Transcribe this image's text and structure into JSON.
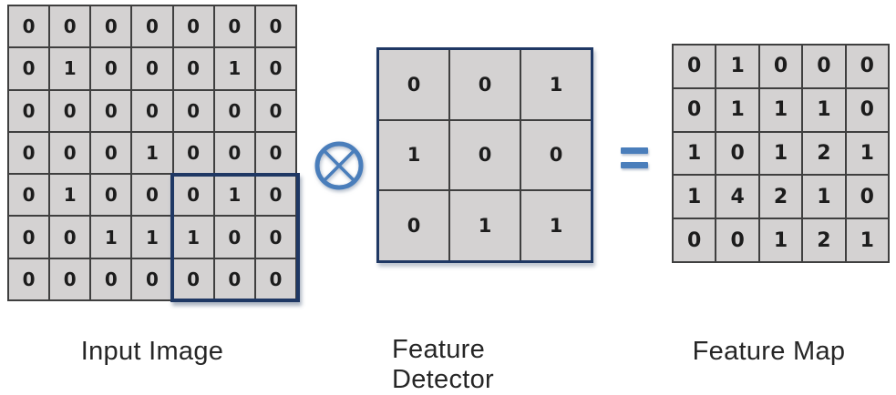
{
  "colors": {
    "accent-blue": "#4a7ebb",
    "navy": "#1f3864",
    "cell-fill": "#d4d2d2",
    "grid-line": "#3f3f3f",
    "label-text": "#262626",
    "digit-text": "#1c1c1c"
  },
  "input_image": {
    "label": "Input Image",
    "grid": [
      [
        0,
        0,
        0,
        0,
        0,
        0,
        0
      ],
      [
        0,
        1,
        0,
        0,
        0,
        1,
        0
      ],
      [
        0,
        0,
        0,
        0,
        0,
        0,
        0
      ],
      [
        0,
        0,
        0,
        1,
        0,
        0,
        0
      ],
      [
        0,
        1,
        0,
        0,
        0,
        1,
        0
      ],
      [
        0,
        0,
        1,
        1,
        1,
        0,
        0
      ],
      [
        0,
        0,
        0,
        0,
        0,
        0,
        0
      ]
    ],
    "highlight_region": {
      "rows": "5-7",
      "cols": "5-7"
    }
  },
  "operator": {
    "symbol": "⊗",
    "name": "convolution"
  },
  "feature_detector": {
    "label": "Feature Detector",
    "grid": [
      [
        0,
        0,
        1
      ],
      [
        1,
        0,
        0
      ],
      [
        0,
        1,
        1
      ]
    ]
  },
  "equals": {
    "symbol": "="
  },
  "feature_map": {
    "label": "Feature Map",
    "grid": [
      [
        0,
        1,
        0,
        0,
        0
      ],
      [
        0,
        1,
        1,
        1,
        0
      ],
      [
        1,
        0,
        1,
        2,
        1
      ],
      [
        1,
        4,
        2,
        1,
        0
      ],
      [
        0,
        0,
        1,
        2,
        1
      ]
    ]
  }
}
